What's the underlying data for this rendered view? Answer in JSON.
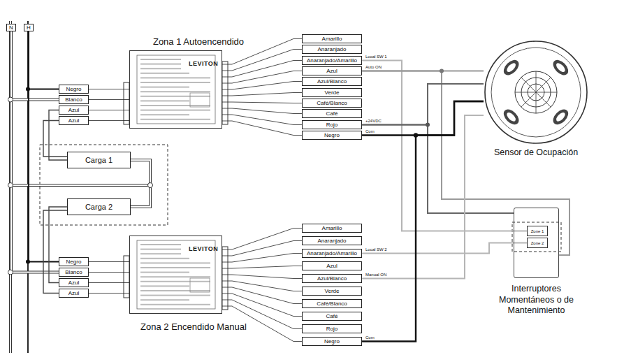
{
  "diagram": {
    "nodes": [
      {
        "text": [
          "N"
        ]
      },
      {
        "text": [
          "H"
        ]
      },
      {
        "text": [
          "Zona 1 Autoencendido",
          "LEVITON"
        ]
      },
      {
        "text": [
          "Negro"
        ]
      },
      {
        "text": [
          "Blanco"
        ]
      },
      {
        "text": [
          "Azul"
        ]
      },
      {
        "text": [
          "Azul"
        ]
      },
      {
        "text": [
          "Amarillo"
        ]
      },
      {
        "text": [
          "Anaranjado"
        ]
      },
      {
        "text": [
          "Anaranjado/Amarillo"
        ]
      },
      {
        "text": [
          "Azul"
        ]
      },
      {
        "text": [
          "Azul/Blanco"
        ]
      },
      {
        "text": [
          "Verde"
        ]
      },
      {
        "text": [
          "Café/Blanco"
        ]
      },
      {
        "text": [
          "Café"
        ]
      },
      {
        "text": [
          "Rojo"
        ]
      },
      {
        "text": [
          "Negro"
        ]
      },
      {
        "text": [
          "Carga 1"
        ]
      },
      {
        "text": [
          "Carga 2"
        ]
      },
      {
        "text": [
          "Zona 2 Encendido Manual",
          "LEVITON"
        ]
      },
      {
        "text": [
          "Negro"
        ]
      },
      {
        "text": [
          "Blanco"
        ]
      },
      {
        "text": [
          "Azul"
        ]
      },
      {
        "text": [
          "Azul"
        ]
      },
      {
        "text": [
          "Amarillo"
        ]
      },
      {
        "text": [
          "Anaranjado"
        ]
      },
      {
        "text": [
          "Anaranjado/Amarillo"
        ]
      },
      {
        "text": [
          "Azul"
        ]
      },
      {
        "text": [
          "Azul/Blanco"
        ]
      },
      {
        "text": [
          "Verde"
        ]
      },
      {
        "text": [
          "Café/Blanco"
        ]
      },
      {
        "text": [
          "Café"
        ]
      },
      {
        "text": [
          "Rojo"
        ]
      },
      {
        "text": [
          "Negro"
        ]
      },
      {
        "text": [
          "Sensor de Ocupación"
        ]
      },
      {
        "text": [
          "Interruptores Momentáneos o de Mantenimiento"
        ]
      },
      {
        "text": [
          "Zone 1"
        ],
        "in": 35
      },
      {
        "text": [
          "Zone 2"
        ],
        "in": 35
      }
    ],
    "edges": [
      {
        "from": 3,
        "to": 2,
        "arrow": "none"
      },
      {
        "from": 4,
        "to": 2,
        "arrow": "none"
      },
      {
        "from": 5,
        "to": 2,
        "arrow": "none"
      },
      {
        "from": 6,
        "to": 2,
        "arrow": "none"
      },
      {
        "from": 2,
        "to": 7,
        "arrow": "none"
      },
      {
        "from": 2,
        "to": 8,
        "arrow": "none"
      },
      {
        "from": 2,
        "to": 9,
        "arrow": "none"
      },
      {
        "from": 2,
        "to": 10,
        "arrow": "none"
      },
      {
        "from": 2,
        "to": 11,
        "arrow": "none"
      },
      {
        "from": 2,
        "to": 12,
        "arrow": "none"
      },
      {
        "from": 2,
        "to": 13,
        "arrow": "none"
      },
      {
        "from": 2,
        "to": 14,
        "arrow": "none"
      },
      {
        "from": 2,
        "to": 15,
        "arrow": "none"
      },
      {
        "from": 2,
        "to": 16,
        "arrow": "none"
      },
      {
        "from": 20,
        "to": 19,
        "arrow": "none"
      },
      {
        "from": 21,
        "to": 19,
        "arrow": "none"
      },
      {
        "from": 22,
        "to": 19,
        "arrow": "none"
      },
      {
        "from": 23,
        "to": 19,
        "arrow": "none"
      },
      {
        "from": 19,
        "to": 24,
        "arrow": "none"
      },
      {
        "from": 19,
        "to": 25,
        "arrow": "none"
      },
      {
        "from": 19,
        "to": 26,
        "arrow": "none"
      },
      {
        "from": 19,
        "to": 27,
        "arrow": "none"
      },
      {
        "from": 19,
        "to": 28,
        "arrow": "none"
      },
      {
        "from": 19,
        "to": 29,
        "arrow": "none"
      },
      {
        "from": 19,
        "to": 30,
        "arrow": "none"
      },
      {
        "from": 19,
        "to": 31,
        "arrow": "none"
      },
      {
        "from": 19,
        "to": 32,
        "arrow": "none"
      },
      {
        "from": 19,
        "to": 33,
        "arrow": "none"
      },
      {
        "from": 3,
        "to": 1,
        "arrow": "none"
      },
      {
        "from": 4,
        "to": 0,
        "arrow": "none"
      },
      {
        "from": 5,
        "to": 17,
        "arrow": "none"
      },
      {
        "from": 6,
        "to": 17,
        "arrow": "none"
      },
      {
        "from": 17,
        "to": 0,
        "arrow": "none"
      },
      {
        "from": 18,
        "to": 0,
        "arrow": "none"
      },
      {
        "from": 20,
        "to": 1,
        "arrow": "none"
      },
      {
        "from": 21,
        "to": 0,
        "arrow": "none"
      },
      {
        "from": 22,
        "to": 18,
        "arrow": "none"
      },
      {
        "from": 23,
        "to": 18,
        "arrow": "none"
      },
      {
        "from": 9,
        "to": 36,
        "arrow": "none",
        "label": "Local SW 1"
      },
      {
        "from": 10,
        "to": 34,
        "arrow": "none",
        "label": "Auto ON"
      },
      {
        "from": 10,
        "to": 35,
        "arrow": "none"
      },
      {
        "from": 15,
        "to": 34,
        "arrow": "none",
        "label": "+24VDC"
      },
      {
        "from": 15,
        "to": 35,
        "arrow": "none"
      },
      {
        "from": 16,
        "to": 34,
        "arrow": "none",
        "label": "Com"
      },
      {
        "from": 26,
        "to": 37,
        "arrow": "none",
        "label": "Local SW 2"
      },
      {
        "from": 28,
        "to": 34,
        "arrow": "none",
        "label": "Manual ON"
      },
      {
        "from": 33,
        "to": 34,
        "arrow": "none",
        "label": "Com"
      }
    ]
  }
}
